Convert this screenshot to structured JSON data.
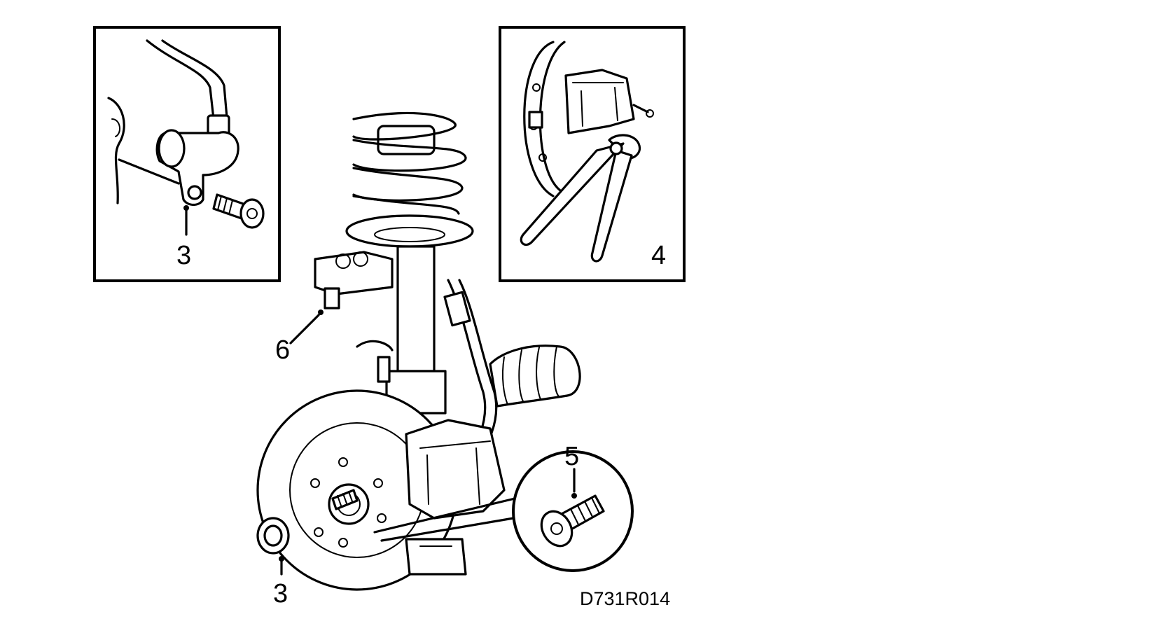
{
  "callouts": {
    "inset_left_label": "3",
    "inset_right_label": "4",
    "main_nut_label": "3",
    "bolt_label": "5",
    "strut_label": "6"
  },
  "reference_code": "D731R014",
  "colors": {
    "ink": "#000000",
    "paper": "#ffffff"
  }
}
